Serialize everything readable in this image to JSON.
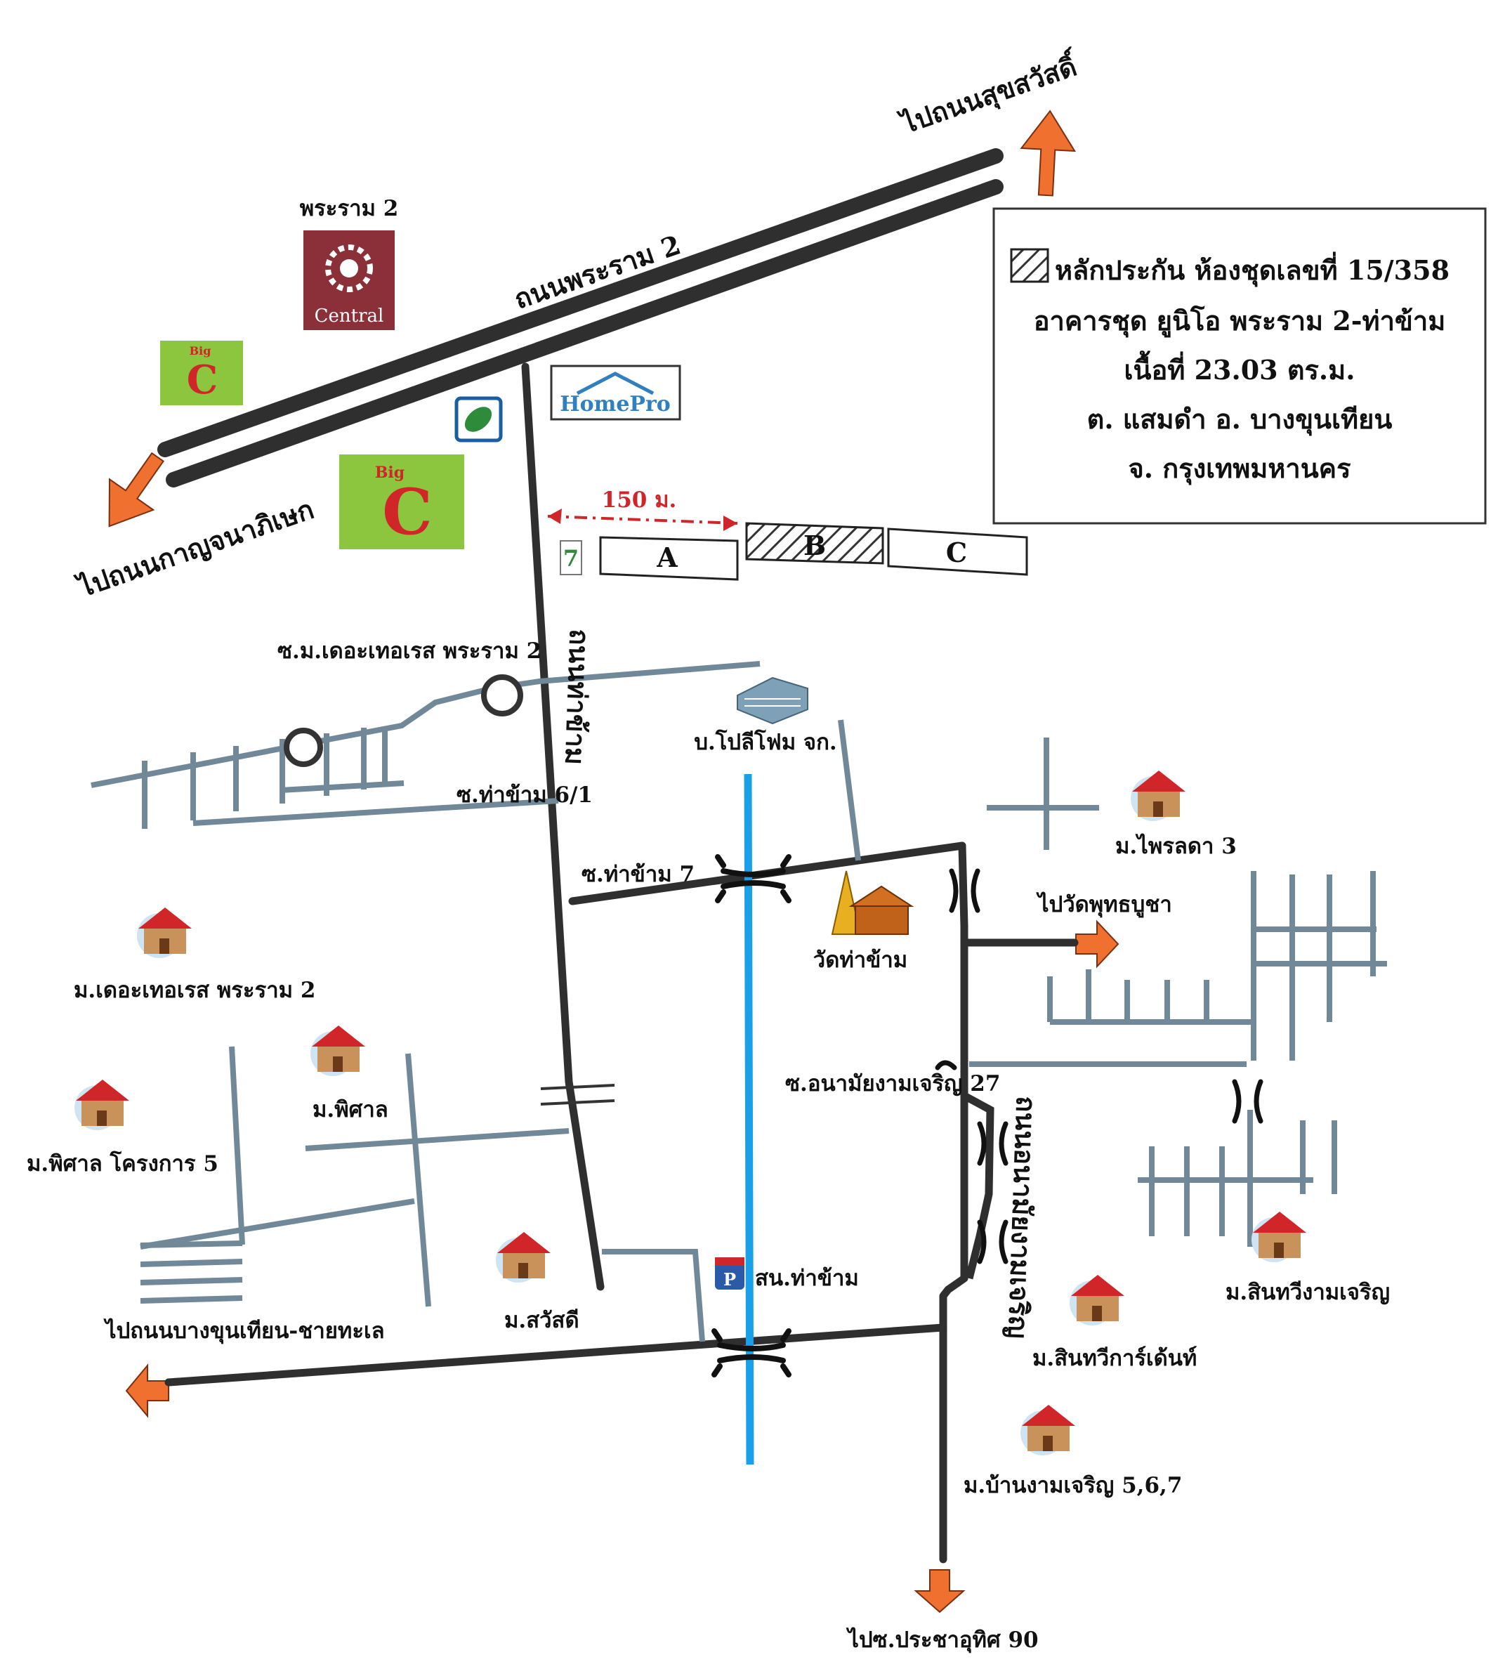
{
  "info_box": {
    "line1": "หลักประกัน  ห้องชุดเลขที่ 15/358",
    "line2": "อาคารชุด ยูนิโอ พระราม 2-ท่าข้าม",
    "line3": "เนื้อที่  23.03 ตร.ม.",
    "line4": "ต. แสมดำ   อ. บางขุนเทียน",
    "line5": "จ. กรุงเทพมหานคร"
  },
  "distance": "150 ม.",
  "buildings": [
    {
      "label": "A"
    },
    {
      "label": "B"
    },
    {
      "label": "C"
    }
  ],
  "roads": {
    "highway": "ถนนพระราม 2",
    "thanon_tha_kham": "ถนนท่าข้าม",
    "thanon_nam_yamjaroen": "ถนนอนามัยงามเจริญ",
    "soi_terrace": "ซ.ม.เดอะเทอเรส พระราม 2",
    "soi_6_1": "ซ.ท่าข้าม 6/1",
    "soi_7": "ซ.ท่าข้าม 7",
    "soi_27": "ซ.อนามัยงามเจริญ 27"
  },
  "directions": {
    "sukhumvit": "ไปถนนสุขสวัสดิ์",
    "kanchanaphisek": "ไปถนนกาญจนาภิเษก",
    "watputtabucha": "ไปวัดพุทธบูชา",
    "bangkhunthian": "ไปถนนบางขุนเทียน-ชายทะเล",
    "pracha_uthit": "ไปซ.ประชาอุทิศ 90"
  },
  "landmarks": {
    "central": "พระราม 2",
    "central_logo_text": "Central",
    "homepro": "HomePro",
    "factory": "บ.โปลีโฟม จก.",
    "wat_tha_kham": "วัดท่าข้าม",
    "district_office": "สน.ท่าข้าม"
  },
  "villages": [
    "ม.ไพรลดา 3",
    "ม.เดอะเทอเรส พระราม 2",
    "ม.พิศาล",
    "ม.พิศาล โครงการ 5",
    "ม.สวัสดี",
    "ม.สินทวีงามเจริญ",
    "ม.สินทวีการ์เด้นท์",
    "ม.บ้านงามเจริญ 5,6,7"
  ],
  "colors": {
    "road_main": "#2f2f2f",
    "road_minor": "#708898",
    "canal": "#1aa0e8",
    "arrow": "#f07030",
    "distance": "#d0262a"
  }
}
